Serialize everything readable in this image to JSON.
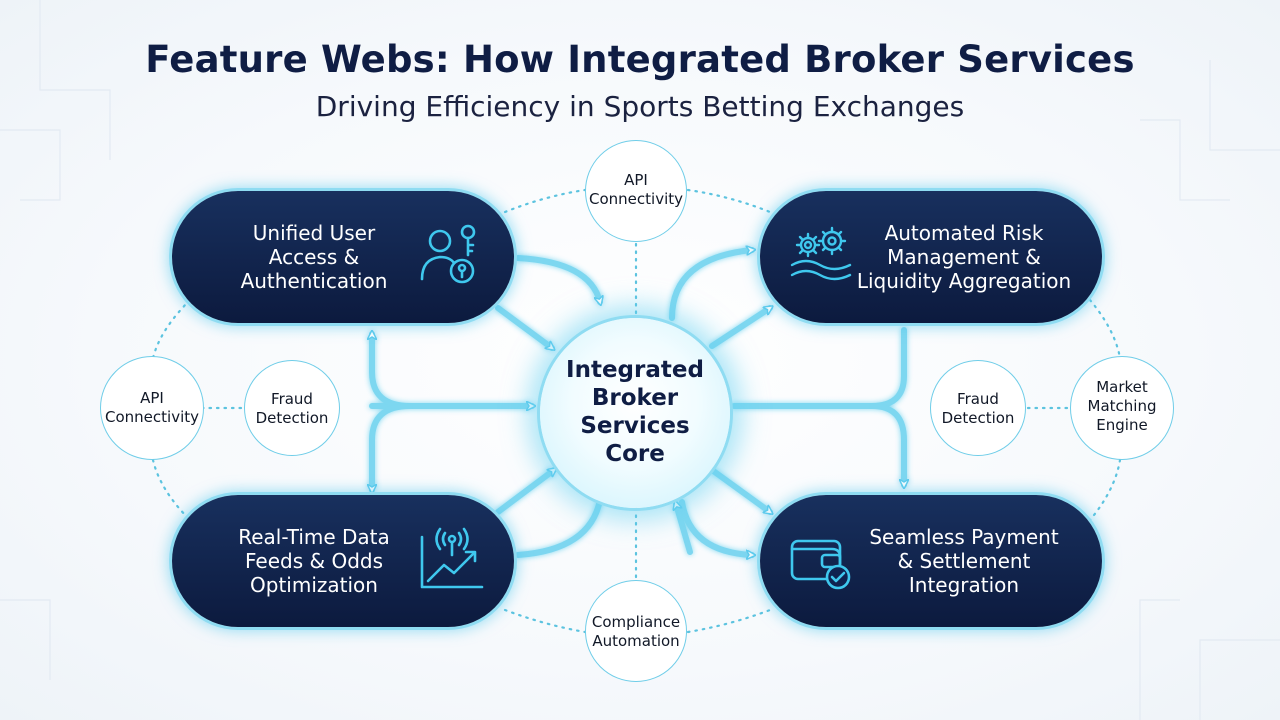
{
  "title": "Feature Webs: How Integrated Broker Services",
  "subtitle": "Driving Efficiency in Sports Betting Exchanges",
  "core": {
    "line1": "Integrated",
    "line2": "Broker",
    "line3": "Services",
    "line4": "Core"
  },
  "pills": {
    "top_left": {
      "line1": "Unified User",
      "line2": "Access &",
      "line3": "Authentication",
      "icon": "user-key-icon"
    },
    "top_right": {
      "line1": "Automated Risk",
      "line2": "Management &",
      "line3": "Liquidity Aggregation",
      "icon": "gears-wave-icon"
    },
    "bottom_left": {
      "line1": "Real-Time Data",
      "line2": "Feeds & Odds",
      "line3": "Optimization",
      "icon": "signal-chart-icon"
    },
    "bottom_right": {
      "line1": "Seamless Payment",
      "line2": "& Settlement",
      "line3": "Integration",
      "icon": "wallet-check-icon"
    }
  },
  "nodes": {
    "top": {
      "line1": "API",
      "line2": "Connectivity"
    },
    "bottom": {
      "line1": "Compliance",
      "line2": "Automation"
    },
    "left_outer": {
      "line1": "API",
      "line2": "Connectivity"
    },
    "left_inner": {
      "line1": "Fraud",
      "line2": "Detection"
    },
    "right_inner": {
      "line1": "Fraud",
      "line2": "Detection"
    },
    "right_outer": {
      "line1": "Market",
      "line2": "Matching",
      "line3": "Engine"
    }
  },
  "colors": {
    "pill_fill": "#0f2350",
    "glow": "#4fc6ec",
    "node_border": "#6fcde8",
    "title": "#0f1d44"
  }
}
